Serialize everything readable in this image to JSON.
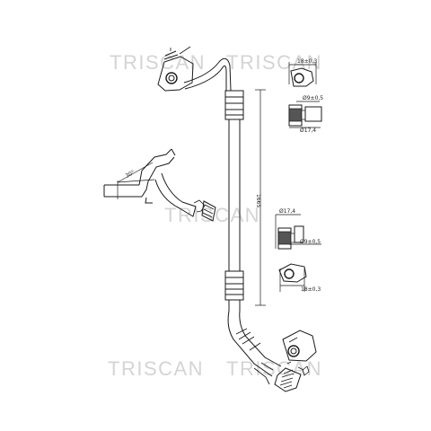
{
  "watermark": {
    "text": "TRISCAN"
  },
  "dimensions": {
    "length": "1665",
    "top_right_1": "18±0,3",
    "top_right_2": "Ø9±0,5",
    "top_right_3": "Ø17,4",
    "mid_right_1": "Ø17,4",
    "mid_right_2": "Ø9±0,5",
    "bottom_right_1": "18±0,3",
    "angle": "30°"
  }
}
